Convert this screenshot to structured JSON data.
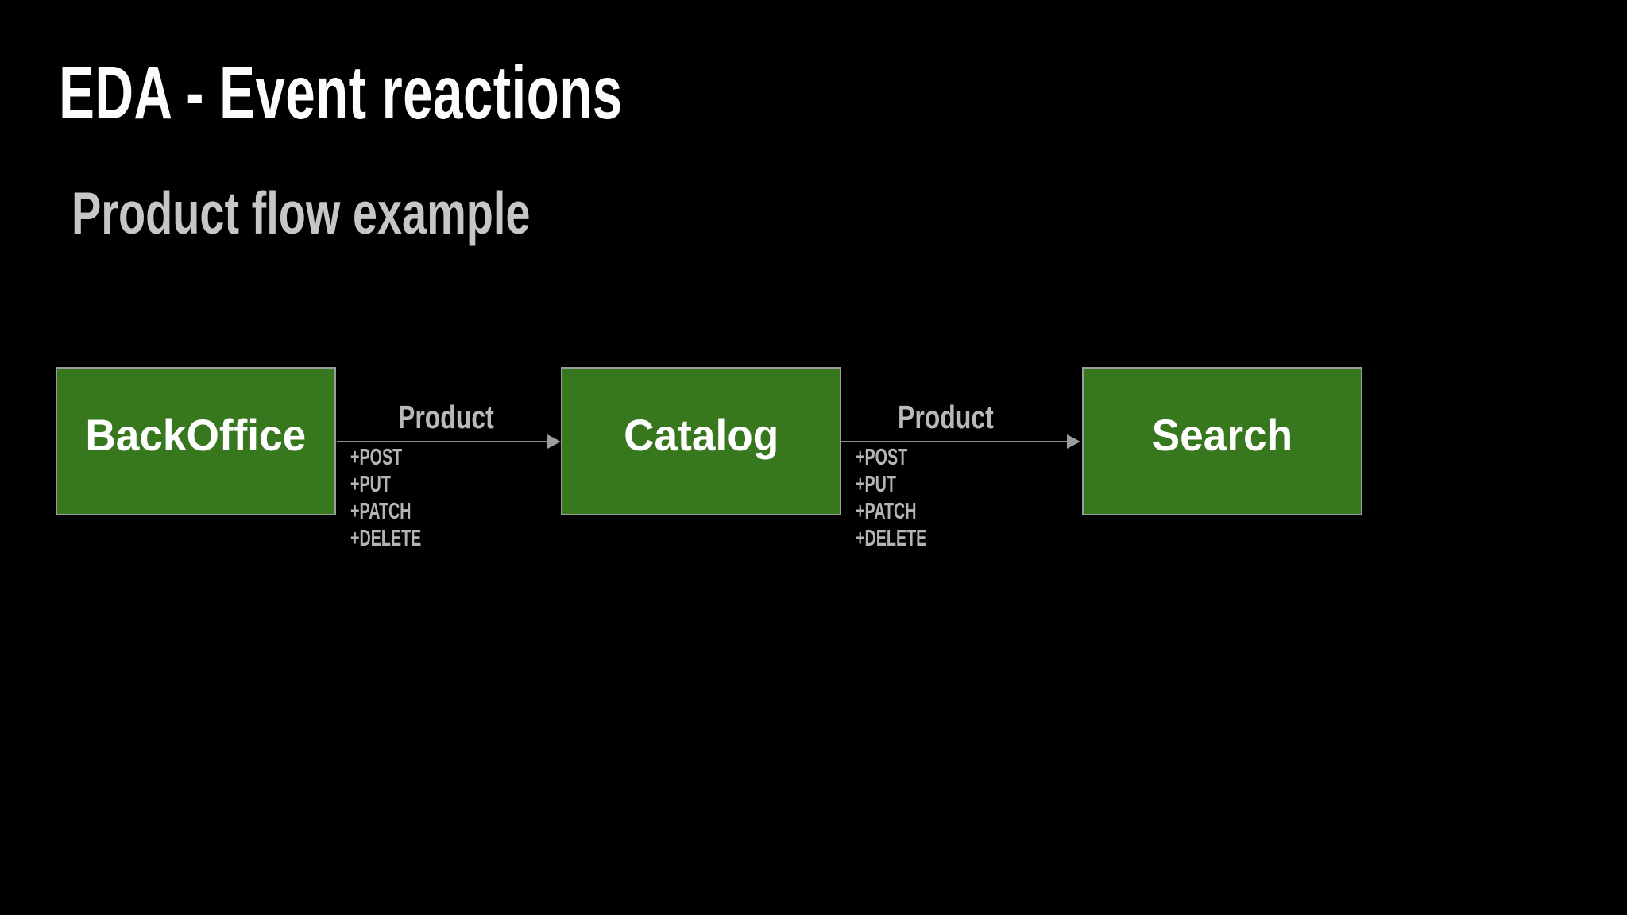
{
  "slide": {
    "title": "EDA - Event reactions",
    "subtitle": "Product flow example"
  },
  "colors": {
    "background": "#000000",
    "node_fill": "#37771d",
    "node_border": "#9c9c9c",
    "title_text": "#fcfcfc",
    "subtitle_text": "#c6c6c6",
    "node_label_text": "#ffffff",
    "connector_line": "#8d8d8d",
    "connector_text": "#b4b4b4"
  },
  "diagram": {
    "nodes": [
      {
        "label": "BackOffice"
      },
      {
        "label": "Catalog"
      },
      {
        "label": "Search"
      }
    ],
    "connectors": [
      {
        "label": "Product",
        "methods": [
          "+POST",
          "+PUT",
          "+PATCH",
          "+DELETE"
        ]
      },
      {
        "label": "Product",
        "methods": [
          "+POST",
          "+PUT",
          "+PATCH",
          "+DELETE"
        ]
      }
    ]
  }
}
